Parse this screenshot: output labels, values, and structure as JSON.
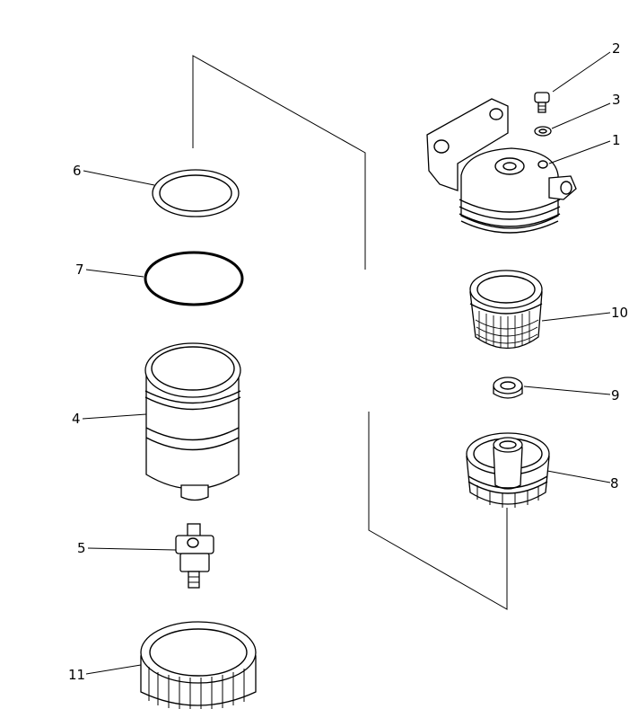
{
  "diagram": {
    "parts": [
      {
        "id": "1",
        "label": "1"
      },
      {
        "id": "2",
        "label": "2"
      },
      {
        "id": "3",
        "label": "3"
      },
      {
        "id": "4",
        "label": "4"
      },
      {
        "id": "5",
        "label": "5"
      },
      {
        "id": "6",
        "label": "6"
      },
      {
        "id": "7",
        "label": "7"
      },
      {
        "id": "8",
        "label": "8"
      },
      {
        "id": "9",
        "label": "9"
      },
      {
        "id": "10",
        "label": "10"
      },
      {
        "id": "11",
        "label": "11"
      }
    ]
  }
}
